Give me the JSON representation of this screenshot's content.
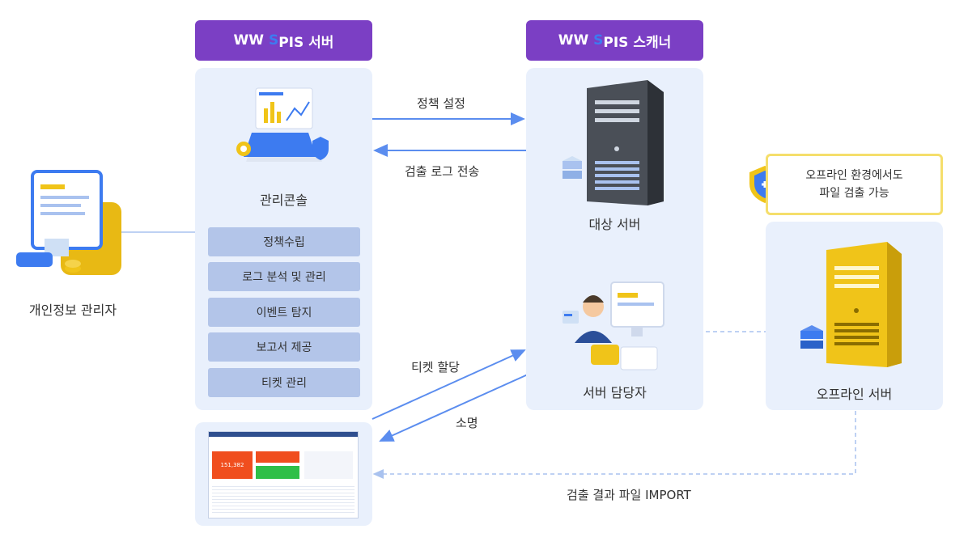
{
  "server_header": {
    "prefix": "WW ",
    "accent": "S",
    "suffix": "PIS 서버"
  },
  "scanner_header": {
    "prefix": "WW ",
    "accent": "S",
    "suffix": "PIS 스캐너"
  },
  "console_label": "관리콘솔",
  "menu": [
    "정책수립",
    "로그 분석 및 관리",
    "이벤트 탐지",
    "보고서 제공",
    "티켓 관리"
  ],
  "admin_label": "개인정보 관리자",
  "target_server_label": "대상 서버",
  "server_manager_label": "서버 담당자",
  "offline_server_label": "오프라인 서버",
  "offline_note": [
    "오프라인 환경에서도",
    "파일 검출 가능"
  ],
  "arrows": {
    "policy": "정책 설정",
    "log": "검출 로그 전송",
    "ticket": "티켓 할당",
    "resolve": "소명",
    "import": "검출 결과 파일 IMPORT"
  },
  "dashboard": {
    "metric": "151,382"
  },
  "colors": {
    "purple": "#7b3fc4",
    "accent_blue": "#3d7bf0",
    "panel": "#e9f0fc",
    "menu": "#b3c5e9",
    "arrow": "#5b8def",
    "yellow": "#f0c419"
  }
}
